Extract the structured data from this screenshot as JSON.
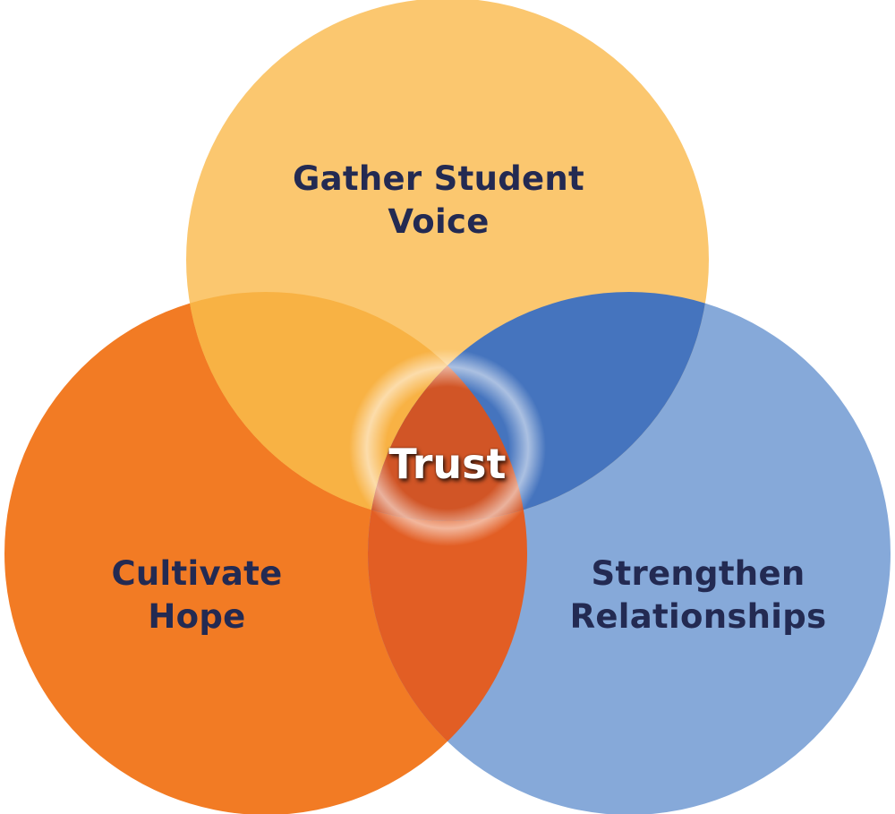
{
  "circles": {
    "top": {
      "lines": [
        "Gather Student",
        "Voice"
      ],
      "color": "#fbc76f"
    },
    "left": {
      "lines": [
        "Cultivate",
        "Hope"
      ],
      "color": "#f27b24"
    },
    "right": {
      "lines": [
        "Strengthen",
        "Relationships"
      ],
      "color": "#86a9d9"
    }
  },
  "overlaps": {
    "top_left": "#f8b244",
    "top_right": "#4574be",
    "left_right": "#e25e24",
    "center": "#d15526"
  },
  "center_label": "Trust",
  "text_color": "#232a52"
}
